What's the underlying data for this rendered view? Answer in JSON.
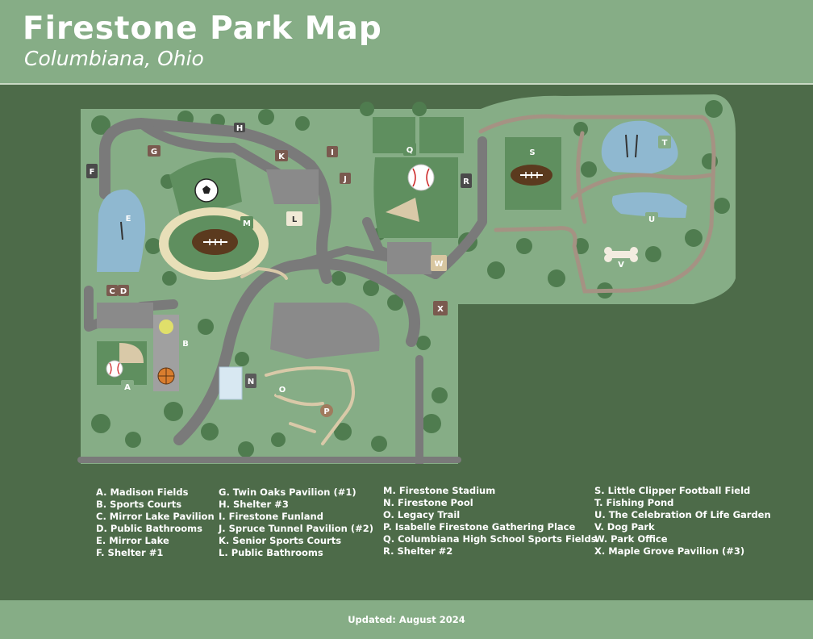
{
  "header": {
    "title": "Firestone Park Map",
    "subtitle": "Columbiana, Ohio"
  },
  "map": {
    "markers": [
      "A",
      "B",
      "C",
      "D",
      "E",
      "F",
      "G",
      "H",
      "I",
      "J",
      "K",
      "L",
      "M",
      "N",
      "O",
      "P",
      "Q",
      "R",
      "S",
      "T",
      "U",
      "V",
      "W",
      "X"
    ],
    "colors": {
      "lawn": "#86ad86",
      "grass": "#5f8f5f",
      "trees": "#4f7c4f",
      "road": "#7a7a7a",
      "trail": "#d9c9a8",
      "water": "#8fb8d0",
      "marker": "#7a5a4f"
    }
  },
  "legend": {
    "columns": [
      [
        "A. Madison Fields",
        "B. Sports Courts",
        "C. Mirror Lake Pavilion",
        "D. Public Bathrooms",
        "E. Mirror Lake",
        "F. Shelter #1"
      ],
      [
        "G. Twin Oaks Pavilion (#1)",
        "H. Shelter #3",
        "I. Firestone Funland",
        "J. Spruce Tunnel Pavilion (#2)",
        "K. Senior Sports Courts",
        "L. Public Bathrooms"
      ],
      [
        "M. Firestone Stadium",
        "N. Firestone Pool",
        "O. Legacy Trail",
        "P. Isabelle Firestone Gathering Place",
        "Q. Columbiana High School Sports Fields",
        "R. Shelter #2"
      ],
      [
        "S. Little Clipper Football Field",
        "T. Fishing Pond",
        "U. The Celebration Of Life Garden",
        "V. Dog Park",
        "W. Park Office",
        "X. Maple Grove Pavilion (#3)"
      ]
    ]
  },
  "footer": {
    "updated": "Updated: August 2024"
  }
}
